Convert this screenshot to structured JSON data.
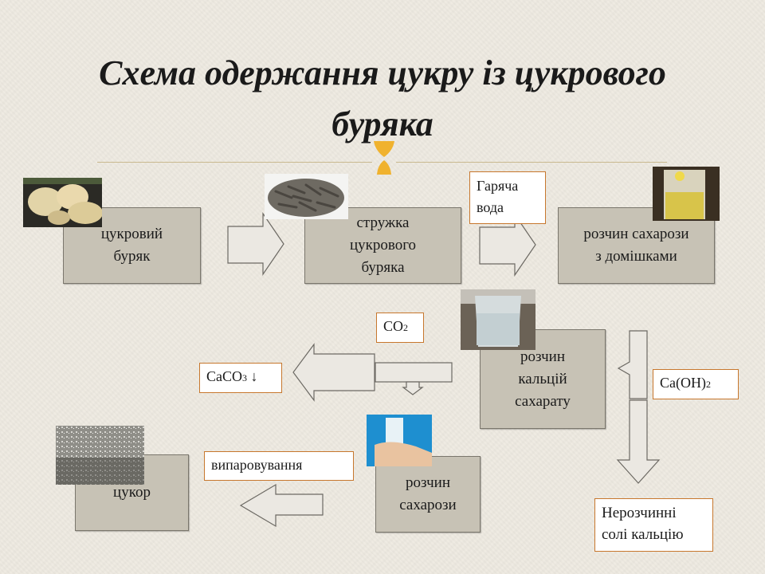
{
  "title": "Схема одержання цукру із цукрового буряка",
  "boxes": {
    "sugar_beet": "цукровий\nбуряк",
    "beet_shavings": "стружка\nцукрового\nбуряка",
    "sucrose_impurities": "розчин сахарози\nз домішками",
    "calcium_saccharate": "розчин\nкальцій\nсахарату",
    "sucrose_solution": "розчин\nсахарози",
    "sugar": "цукор",
    "insoluble_salts": "Нерозчинні\nсолі кальцію"
  },
  "tags": {
    "hot_water": "Гаряча\nвода",
    "co2": "CO",
    "co2_sub": "2",
    "caco3": "CaCO",
    "caco3_sub": "3",
    "caco3_arrow": " ↓",
    "ca_oh2": "Ca(OH)",
    "ca_oh2_sub": "2",
    "evaporation": "випаровування"
  },
  "colors": {
    "box_fill": "#c7c2b5",
    "tag_border": "#c7772d",
    "arrow_fill": "#ebe8e2",
    "ornament": "#f0b22e"
  }
}
